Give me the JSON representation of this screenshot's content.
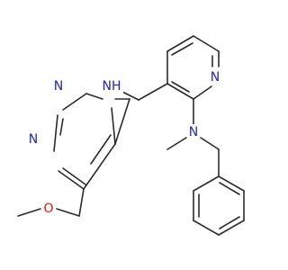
{
  "colors": {
    "bond": "#2b2b2b",
    "nitrogen": "#2323c8",
    "oxygen": "#e01818"
  },
  "atoms": {
    "n_amine_link": "NH",
    "n_pyrimidine_upper": "N",
    "n_pyrimidine_lower": "N",
    "n_pyridine": "N",
    "n_tertiary": "N",
    "o_ether": "O"
  }
}
